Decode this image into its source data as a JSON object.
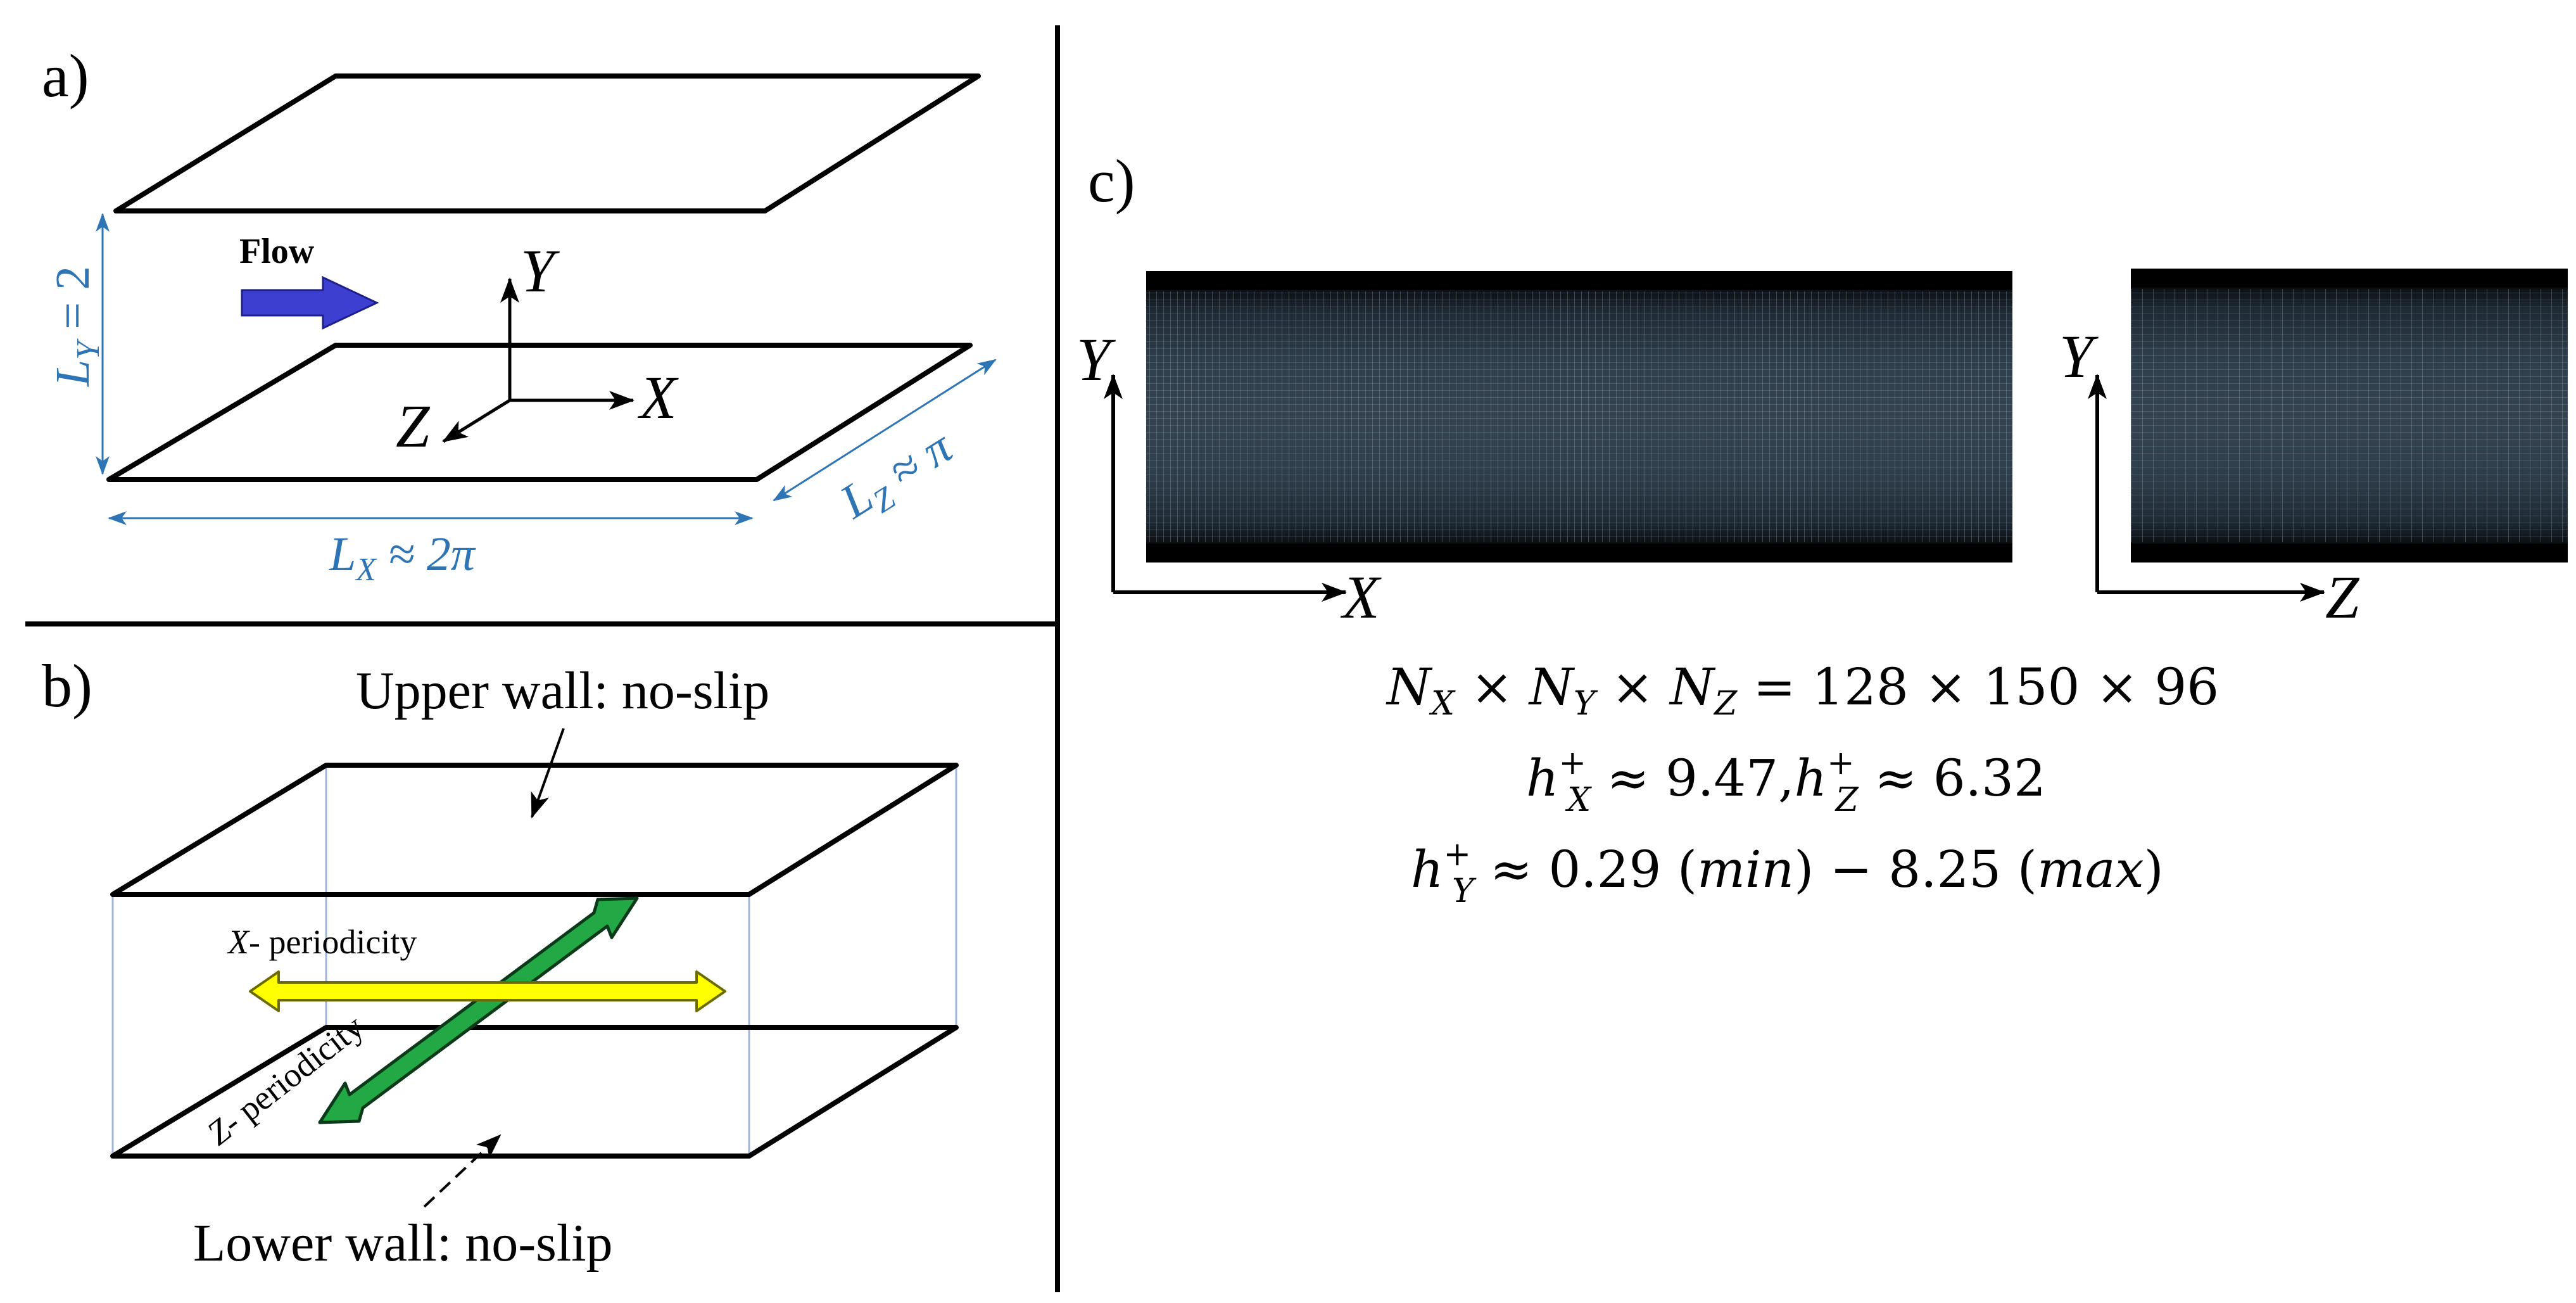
{
  "panel_a": {
    "label": "a)",
    "flow_label": "Flow",
    "axis_y": "Y",
    "axis_x": "X",
    "axis_z": "Z",
    "dim_y": "L",
    "dim_y_sub": "Y",
    "dim_y_val": " = 2",
    "dim_x": "L",
    "dim_x_sub": "X",
    "dim_x_val": " ≈ 2π",
    "dim_z": "L",
    "dim_z_sub": "Z",
    "dim_z_val": " ≈ π"
  },
  "panel_b": {
    "label": "b)",
    "upper_wall": "Upper wall: no-slip",
    "lower_wall": "Lower wall: no-slip",
    "x_periodicity_var": "X",
    "x_periodicity": "- periodicity",
    "z_periodicity_var": "Z",
    "z_periodicity": "- periodicity"
  },
  "panel_c": {
    "label": "c)",
    "axis_y_left": "Y",
    "axis_x": "X",
    "axis_y_right": "Y",
    "axis_z": "Z",
    "eq1": {
      "n": "N",
      "x": "X",
      "y": "Y",
      "z": "Z",
      "times": " × ",
      "equals": " = ",
      "values": "128 × 150  × 96"
    },
    "eq2": {
      "h": "h",
      "plus": "+",
      "x": "X",
      "z": "Z",
      "approx": " ≈ ",
      "hx_val": "9.47",
      "comma": ",",
      "hz_val": "6.32"
    },
    "eq3": {
      "h": "h",
      "plus": "+",
      "y": "Y",
      "approx": " ≈ ",
      "min_val": "0.29",
      "min_word": "min",
      "minus": " − ",
      "max_val": "8.25",
      "max_word": "max"
    }
  },
  "colors": {
    "dimension_blue": "#2e75b6",
    "flow_arrow": "#3d3fd1",
    "x_periodicity_arrow": "#ffff00",
    "z_periodicity_arrow": "#22a845",
    "box_edges": "#9fb6d6",
    "mesh_dark": "#000000",
    "mesh_light": "#3a4a5a"
  }
}
